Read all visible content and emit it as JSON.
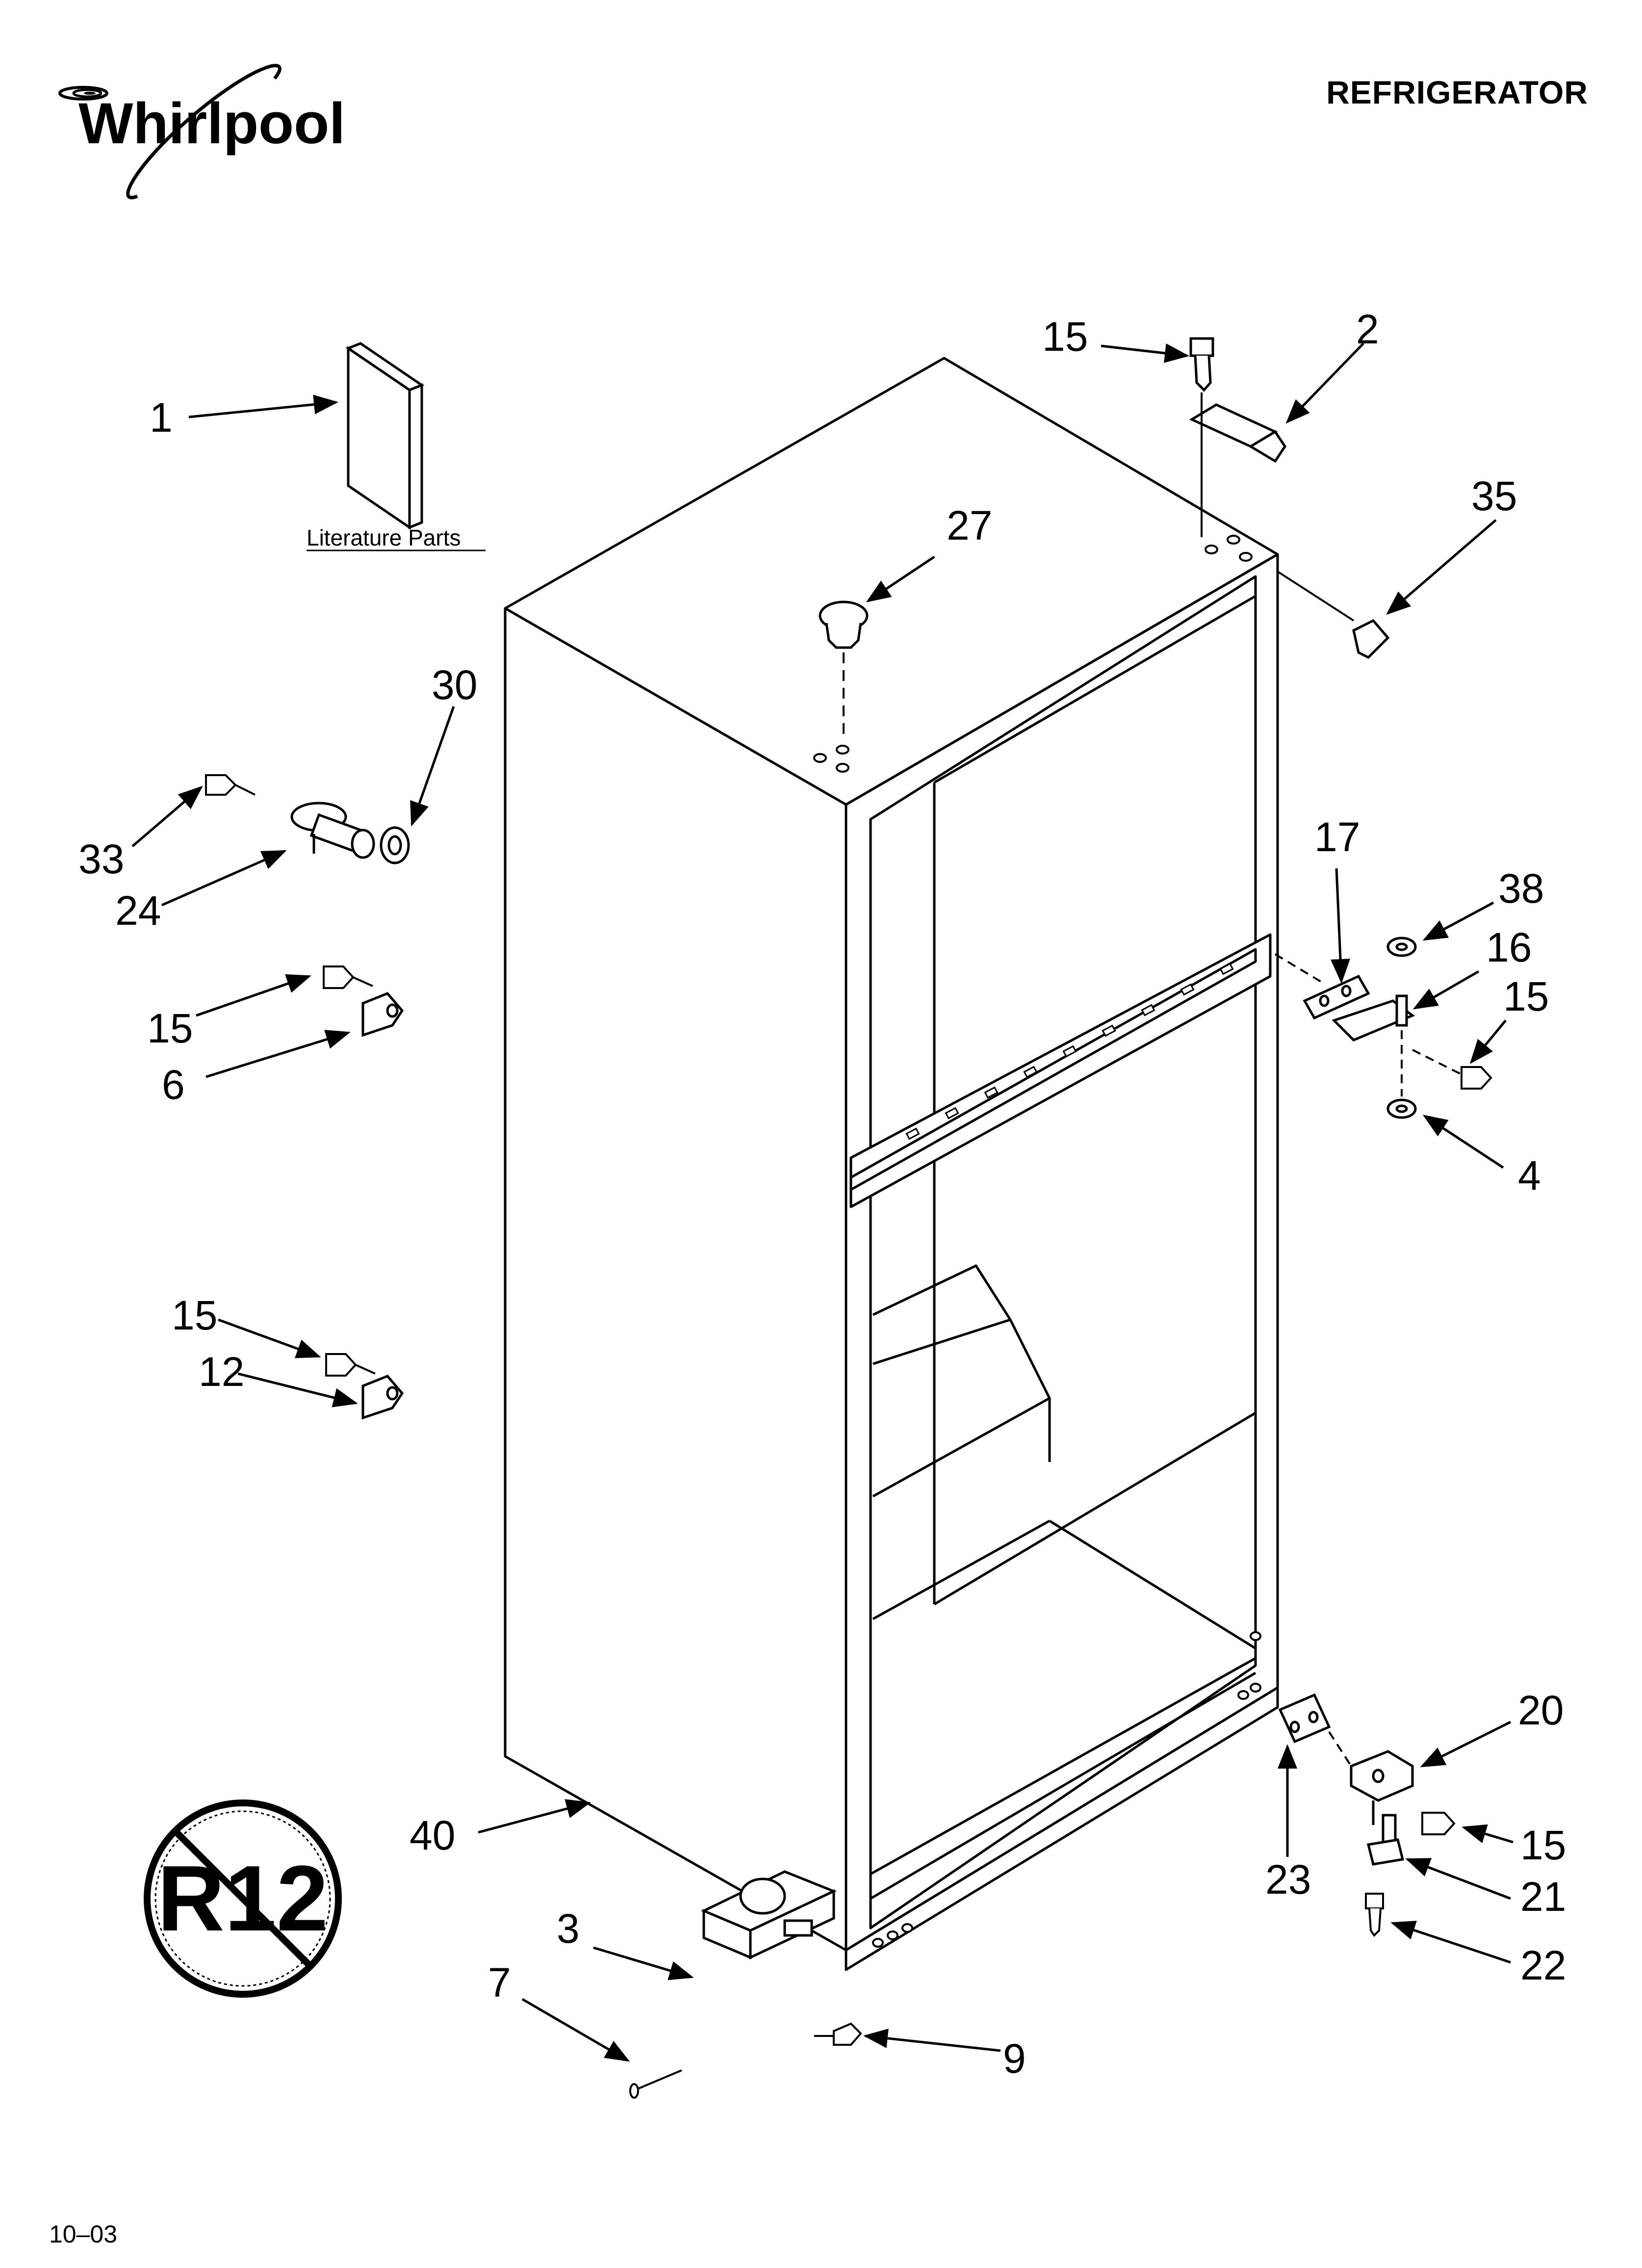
{
  "brand": {
    "logo_text": "Whirlpool"
  },
  "header": {
    "title": "REFRIGERATOR"
  },
  "footer": {
    "code": "10–03"
  },
  "literature": {
    "label": "Literature Parts"
  },
  "badge": {
    "text": "R12"
  },
  "callouts": {
    "c1": "1",
    "c2": "2",
    "c3": "3",
    "c4": "4",
    "c6": "6",
    "c7": "7",
    "c9": "9",
    "c12": "12",
    "c15a": "15",
    "c15b": "15",
    "c15c": "15",
    "c15d": "15",
    "c15e": "15",
    "c16": "16",
    "c17": "17",
    "c20": "20",
    "c21": "21",
    "c22": "22",
    "c23": "23",
    "c24": "24",
    "c27": "27",
    "c30": "30",
    "c33": "33",
    "c35": "35",
    "c38": "38",
    "c40": "40"
  },
  "colors": {
    "line": "#000000",
    "background": "#ffffff"
  }
}
